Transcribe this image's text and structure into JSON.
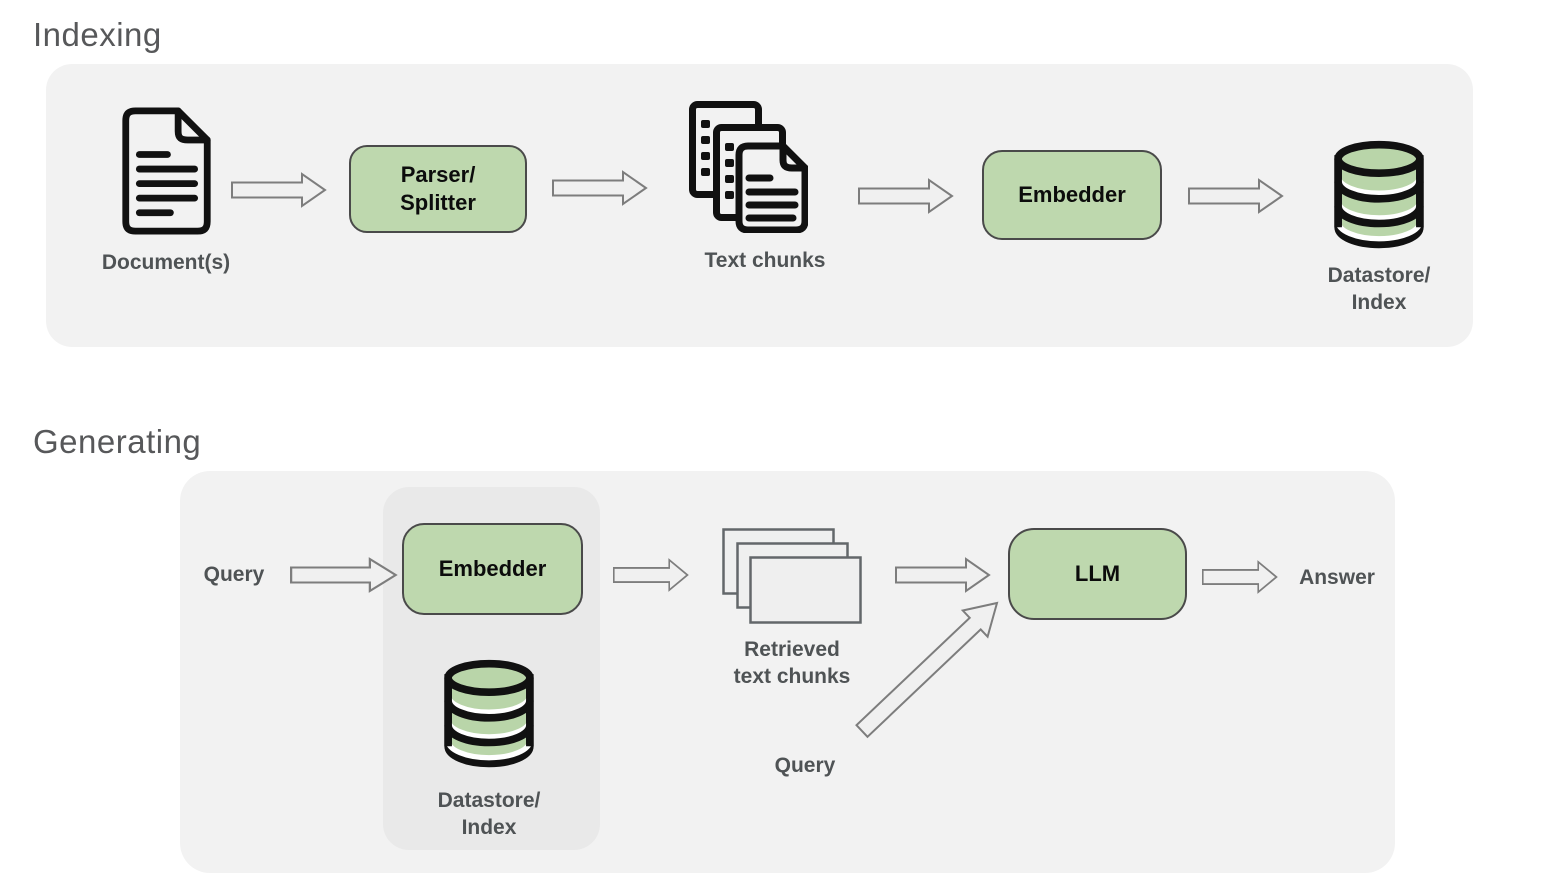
{
  "indexing": {
    "title": "Indexing",
    "document_label": "Document(s)",
    "parser_line1": "Parser/",
    "parser_line2": "Splitter",
    "chunks_label": "Text chunks",
    "embedder_label": "Embedder",
    "datastore_line1": "Datastore/",
    "datastore_line2": "Index"
  },
  "generating": {
    "title": "Generating",
    "query_in_label": "Query",
    "embedder_label": "Embedder",
    "datastore_line1": "Datastore/",
    "datastore_line2": "Index",
    "retrieved_line1": "Retrieved",
    "retrieved_line2": "text chunks",
    "query_to_llm_label": "Query",
    "llm_label": "LLM",
    "answer_label": "Answer"
  },
  "icons": {
    "document": "document-icon",
    "text_chunks": "stacked-documents-icon",
    "datastore": "database-cylinder-icon",
    "retrieved_chunks": "stacked-cards-icon",
    "flow_arrow": "block-arrow-right-icon",
    "query_arrow": "block-arrow-up-right-icon"
  },
  "colors": {
    "panel_bg": "#f2f2f2",
    "inner_panel_bg": "#e9e9e9",
    "box_green": "#bed8ae",
    "box_border": "#4a4a4a",
    "db_green": "#b9d5a9",
    "icon_black": "#111111",
    "arrow_fill": "#f0f0f0",
    "arrow_stroke": "#7d7d7d",
    "chunk_fill": "#efefef",
    "chunk_stroke": "#63676a",
    "label_text": "#4f5355",
    "title_text": "#57585a",
    "page_bg": "#f2f2f2"
  }
}
